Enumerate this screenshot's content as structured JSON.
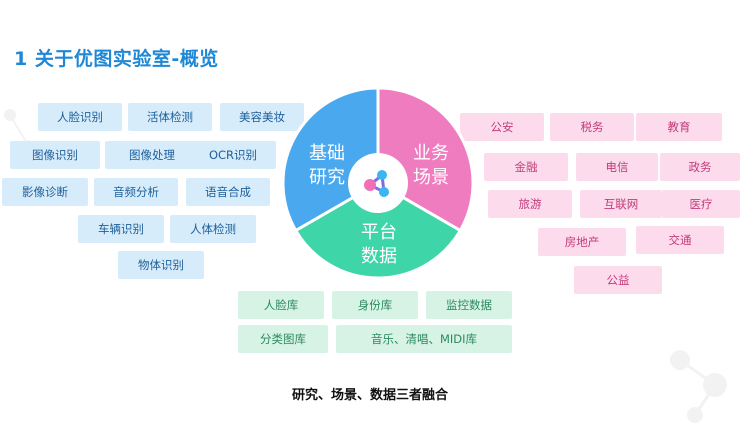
{
  "title": "1 关于优图实验室-概览",
  "pie": {
    "research": "基础\n研究",
    "scenario": "业务\n场景",
    "data": "平台\n数据",
    "colors": {
      "research": "#4aa8ef",
      "scenario": "#f07cc0",
      "data": "#3ed6a9"
    }
  },
  "research_tags": [
    "人脸识别",
    "活体检测",
    "美容美妆",
    "图像识别",
    "图像处理",
    "OCR识别",
    "影像诊断",
    "音频分析",
    "语音合成",
    "车辆识别",
    "人体检测",
    "物体识别"
  ],
  "scenario_tags": [
    "公安",
    "税务",
    "教育",
    "金融",
    "电信",
    "政务",
    "旅游",
    "互联网",
    "医疗",
    "房地产",
    "交通",
    "公益"
  ],
  "data_tags": [
    "人脸库",
    "身份库",
    "监控数据",
    "分类图库",
    "音乐、清唱、MIDI库"
  ],
  "footer": "研究、场景、数据三者融合"
}
